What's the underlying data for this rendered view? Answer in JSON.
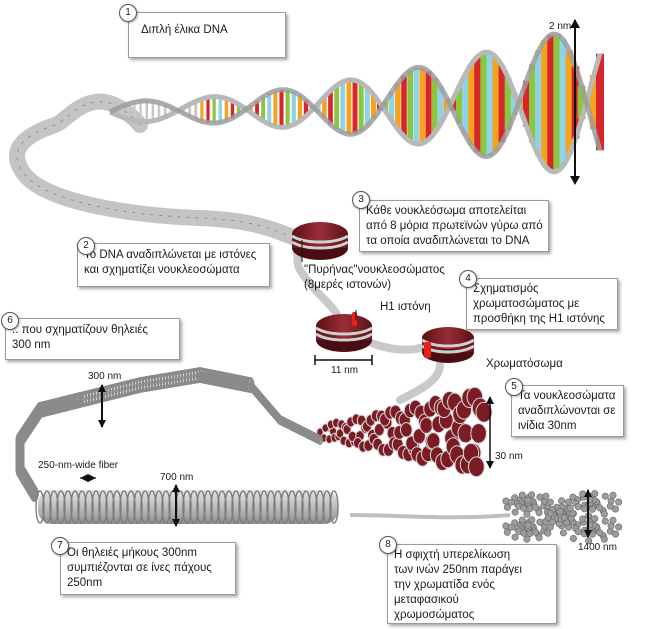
{
  "title": "Διπλή έλικα DNA",
  "steps": [
    {
      "num": "1",
      "lines": [
        "Διπλή έλικα DNA"
      ]
    },
    {
      "num": "2",
      "lines": [
        "Το DNA αναδιπλώνεται με ιστόνες",
        "και σχηματίζει νουκλεοσώματα"
      ]
    },
    {
      "num": "3",
      "lines": [
        "Κάθε νουκλεόσωμα αποτελείται",
        "από 8 μόρια πρωτεϊνών γύρω από",
        "τα οποία αναδιπλώνεται το DNA"
      ]
    },
    {
      "num": "4",
      "lines": [
        "Σχηματισμός",
        "χρωματοσώματος με",
        "προσθήκη της H1 ιστόνης"
      ]
    },
    {
      "num": "5",
      "lines": [
        "Τα νουκλεοσώματα",
        "αναδιπλώνονται σε",
        "ινίδια 30nm"
      ]
    },
    {
      "num": "6",
      "lines": [
        ".. που σχηματίζουν θηλειές",
        "300 nm"
      ]
    },
    {
      "num": "7",
      "lines": [
        "Οι θηλειές μήκους 300nm",
        "συμπιέζονται σε ίνες πάχους",
        "250nm"
      ]
    },
    {
      "num": "8",
      "lines": [
        "Η σφιχτή υπερελίκωση",
        "των ινών 250nm παράγει",
        "την χρωματίδα ενός",
        "μεταφασικού",
        "χρωμοσώματος"
      ]
    }
  ],
  "labels": {
    "dna_width": "2 nm",
    "core_line1": "\"Πυρήνας\"νουκλεοσώματος",
    "core_line2": "(8μερές ιστονών)",
    "h1": "H1 ιστόνη",
    "chromatosome": "Χρωματόσωμα",
    "nucleosome_width": "11 nm",
    "fiber30": "30 nm",
    "loop300": "300 nm",
    "fiber250": "250-nm-wide fiber",
    "fiber700": "700 nm",
    "chromatid": "1400 nm"
  },
  "colors": {
    "base_red": "#d7262b",
    "base_green": "#8cc63f",
    "base_blue": "#8fd3e8",
    "base_orange": "#f5a31f",
    "histone": "#7b1c24",
    "h1": "#e32219",
    "backbone": "#b5b5b5"
  }
}
